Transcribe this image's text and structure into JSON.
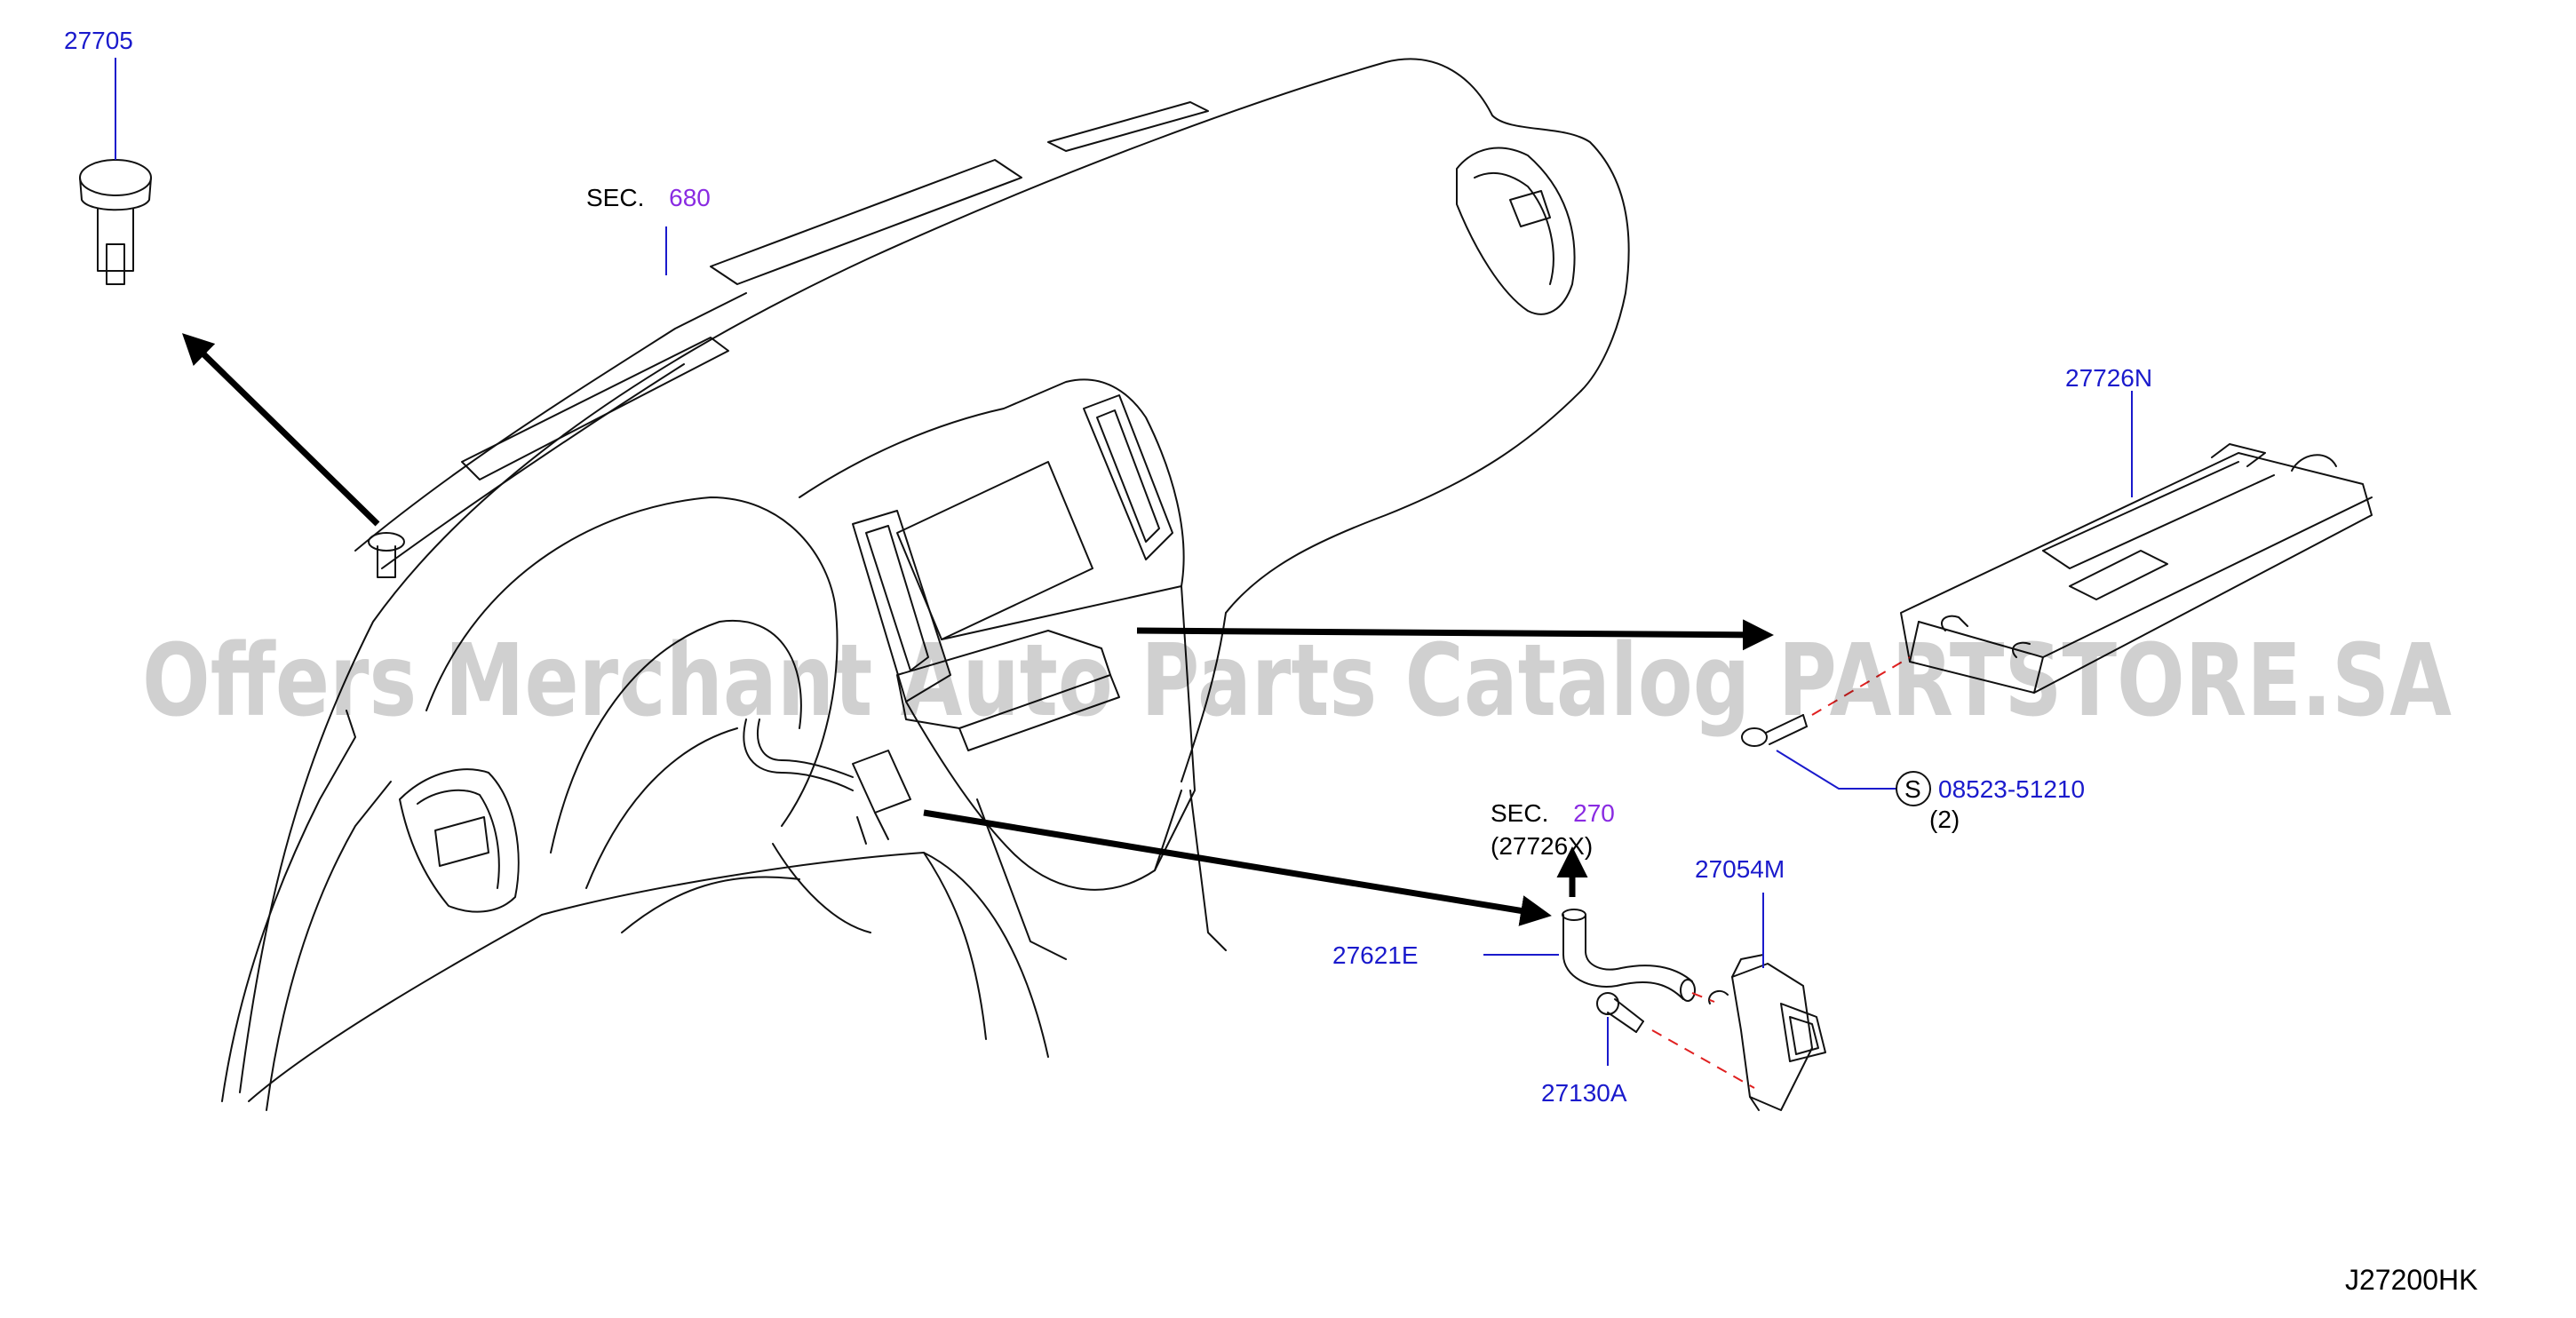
{
  "watermark": "Offers Merchant Auto Parts Catalog PARTSTORE.SA",
  "diagram_code": "J27200HK",
  "sections": [
    {
      "prefix": "SEC.",
      "number": "680"
    },
    {
      "prefix": "SEC.",
      "number": "270",
      "note": "(27726X)"
    }
  ],
  "parts": {
    "p27705": "27705",
    "p27726N": "27726N",
    "p08523": "08523-51210",
    "p08523_qty": "(2)",
    "p08523_symbol": "S",
    "p27054M": "27054M",
    "p27621E": "27621E",
    "p27130A": "27130A"
  },
  "colors": {
    "part_number": "#1a1acc",
    "section_number": "#8a2be2",
    "dash_line": "#e02020"
  }
}
